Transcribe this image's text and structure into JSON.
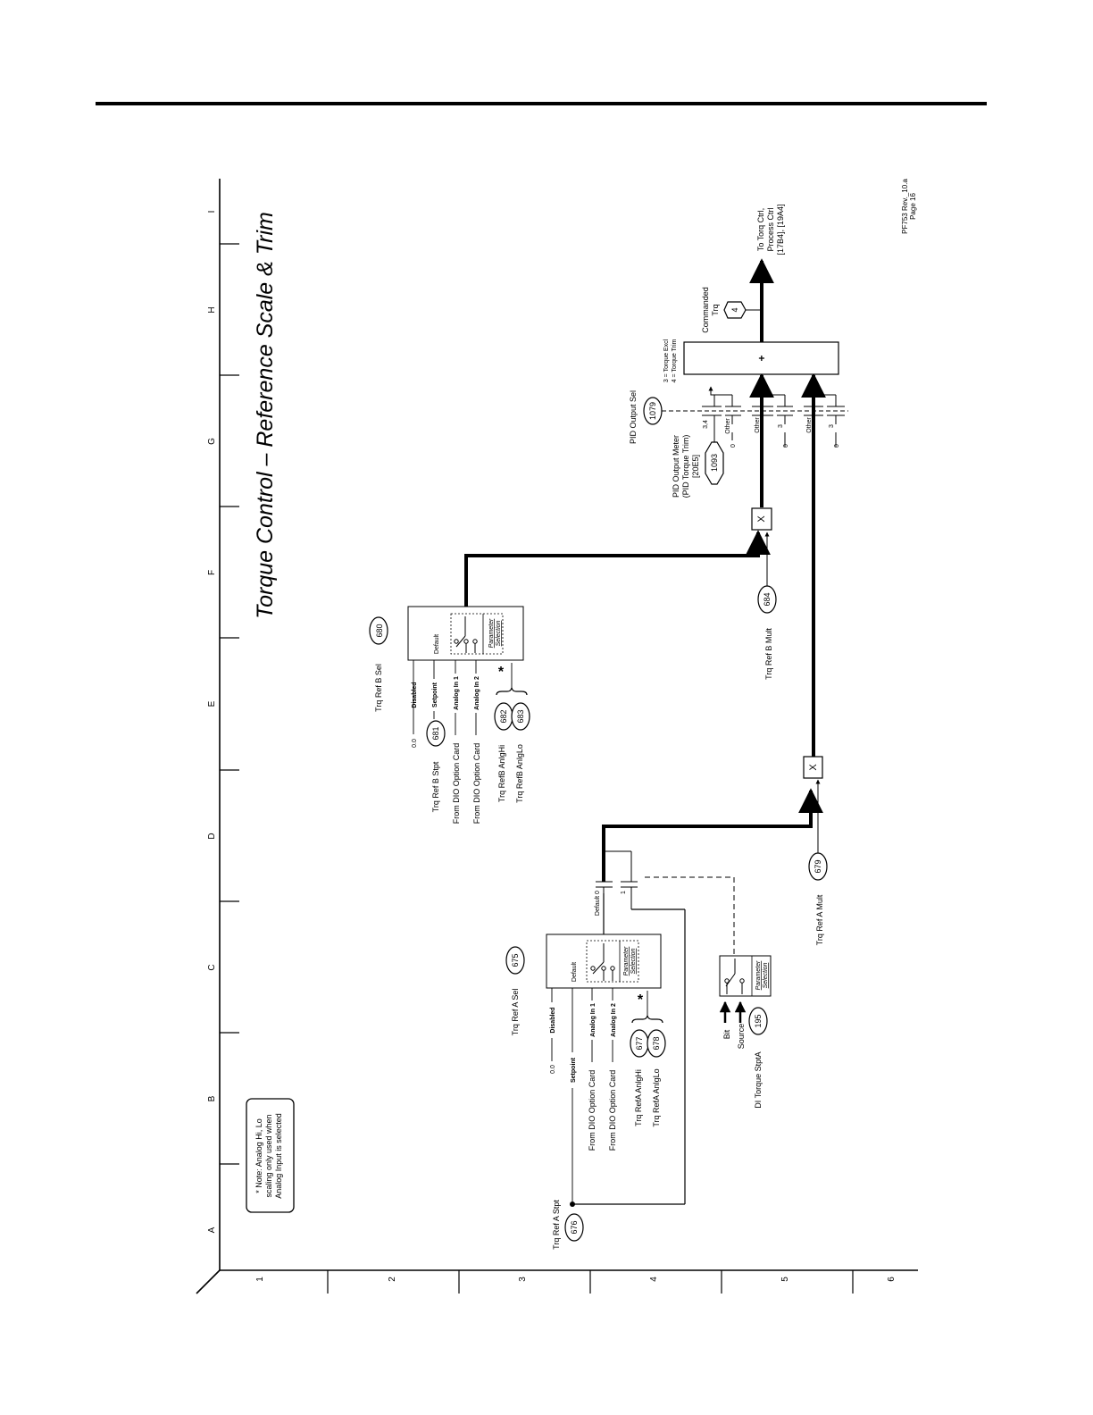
{
  "title": "Torque Control – Reference Scale & Trim",
  "revision": {
    "line1": "PF753 Rev._10.a",
    "line2": "Page 16"
  },
  "note": {
    "line1": "* Note: Analog Hi, Lo",
    "line2": "scaling only used when",
    "line3": "Analog Input is selected"
  },
  "grid": {
    "columns": [
      "A",
      "B",
      "C",
      "D",
      "E",
      "F",
      "G",
      "H",
      "I"
    ],
    "rows": [
      "1",
      "2",
      "3",
      "4",
      "5",
      "6"
    ]
  },
  "ref_a": {
    "sel_label": "Trq Ref A Sel",
    "sel_param": "675",
    "stpt_label": "Trq Ref A Stpt",
    "stpt_param": "676",
    "zero": "0.0",
    "disabled": "Disabled",
    "setpoint": "Setpoint",
    "analog1": "Analog In 1",
    "analog2": "Analog In 2",
    "dio1": "From DIO Option Card",
    "dio2": "From DIO Option Card",
    "hi_label": "Trq RefA AnlgHi",
    "hi_param": "677",
    "lo_label": "Trq RefA AnlgLo",
    "lo_param": "678",
    "default": "Default",
    "param_sel_1": "Parameter",
    "param_sel_2": "Selection",
    "asterisk": "*",
    "mult_label": "Trq Ref A Mult",
    "mult_param": "679"
  },
  "ref_b": {
    "sel_label": "Trq Ref B Sel",
    "sel_param": "680",
    "stpt_label": "Trq Ref B Stpt",
    "stpt_param": "681",
    "zero": "0.0",
    "disabled": "Disabled",
    "setpoint": "Setpoint",
    "analog1": "Analog In 1",
    "analog2": "Analog In 2",
    "dio1": "From DIO Option Card",
    "dio2": "From DIO Option Card",
    "hi_label": "Trq RefB AnlgHi",
    "hi_param": "682",
    "lo_label": "Trq RefB AnlgLo",
    "lo_param": "683",
    "default": "Default",
    "param_sel_1": "Parameter",
    "param_sel_2": "Selection",
    "asterisk": "*",
    "mult_label": "Trq Ref B Mult",
    "mult_param": "684"
  },
  "stpt_switch": {
    "default": "Default",
    "pos0": "0",
    "pos1": "1",
    "bit": "Bit",
    "source": "Source",
    "di_label": "DI Torque StptA",
    "di_param": "195",
    "param_sel_1": "Parameter",
    "param_sel_2": "Selection"
  },
  "multiplier_symbol": "X",
  "pid": {
    "meter_1": "PID Output Meter",
    "meter_2": "(PID Torque Trim)",
    "meter_3": "[20E5]",
    "meter_param": "1093",
    "sel_label": "PID Output Sel",
    "sel_param": "1079",
    "pos_34": "3,4",
    "other": "Other",
    "zero": "0",
    "three": "3",
    "legend_1": "3 = Torque Excl",
    "legend_2": "4 = Torque Trim"
  },
  "summer_symbol": "+",
  "output": {
    "commanded_1": "Commanded",
    "commanded_2": "Trq",
    "commanded_param": "4",
    "dest_1": "To Torq Ctrl,",
    "dest_2": "Process Ctrl",
    "dest_3": "[17B4], [19A4]"
  }
}
